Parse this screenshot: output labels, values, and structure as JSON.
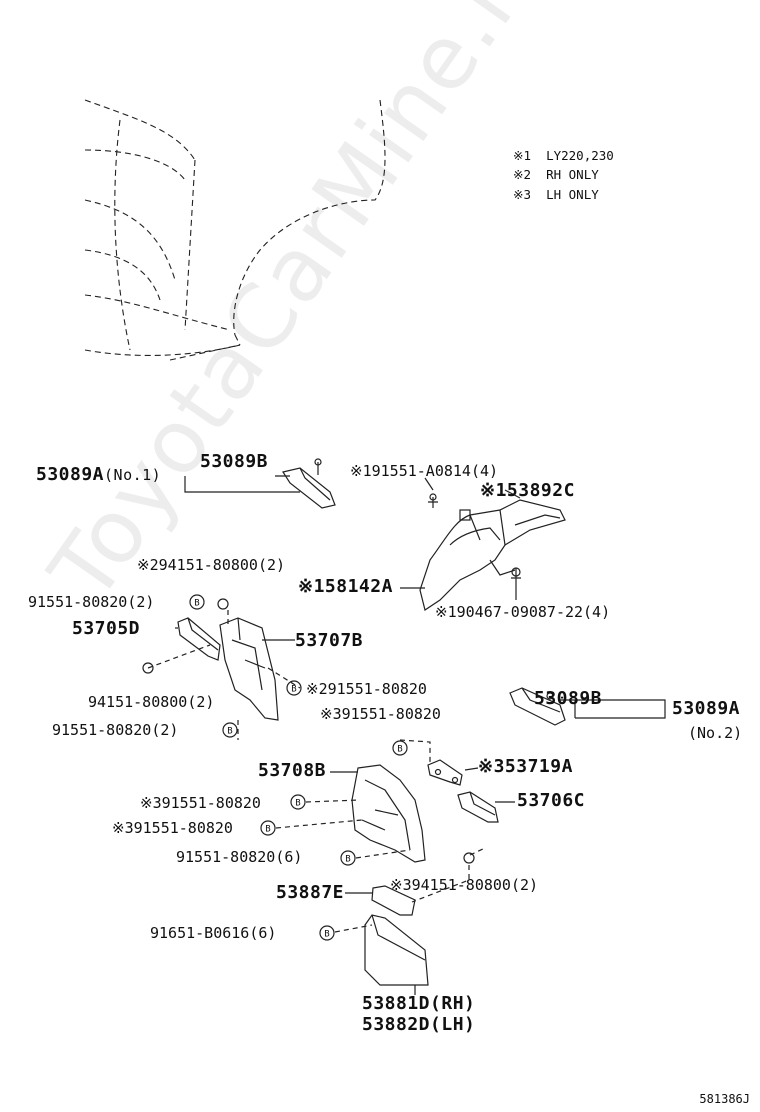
{
  "notes": [
    {
      "mark": "※1",
      "text": "LY220,230"
    },
    {
      "mark": "※2",
      "text": "RH ONLY"
    },
    {
      "mark": "※3",
      "text": "LH ONLY"
    }
  ],
  "labels": {
    "p53089A_no1": "53089A",
    "p53089A_no1_suffix": "(No.1)",
    "p53089B_top": "53089B",
    "p91551A0814": "※191551-A0814(4)",
    "p53892C": "※153892C",
    "p94151_80800_a": "※294151-80800(2)",
    "p58142A": "※158142A",
    "p91551_80820_a": "91551-80820(2)",
    "p53705D": "53705D",
    "p53707B": "53707B",
    "p90467": "※190467-09087-22(4)",
    "p94151_80800_b": "94151-80800(2)",
    "p91551_80820_b": "※291551-80820",
    "p91551_80820_c": "91551-80820(2)",
    "p91551_80820_d": "※391551-80820",
    "p53089B_right": "53089B",
    "p53089A_no2": "53089A",
    "p53089A_no2_suffix": "(No.2)",
    "p53708B": "53708B",
    "p53719A": "※353719A",
    "p91551_80820_e": "※391551-80820",
    "p53706C": "53706C",
    "p91551_80820_f": "※391551-80820",
    "p91551_80820_g": "91551-80820(6)",
    "p53887E": "53887E",
    "p94151_80800_c": "※394151-80800(2)",
    "p91651": "91651-B0616(6)",
    "p53881D": "53881D(RH)",
    "p53882D": "53882D(LH)"
  },
  "watermark": "ToyotaCarMine.ru",
  "diagram_code": "581386J"
}
